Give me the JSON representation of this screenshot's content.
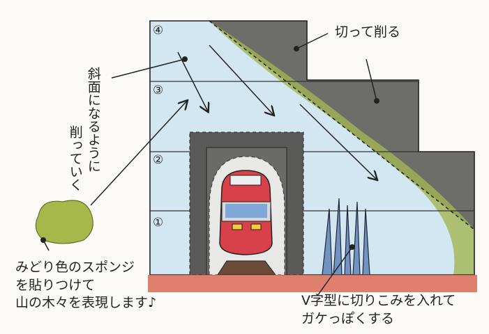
{
  "labels": {
    "cut_label": "切って削る",
    "slope_note_line1": "斜面になるように",
    "slope_note_line2": "削っていく",
    "sponge_note": [
      "みどり色のスポンジ",
      "を貼りつけて",
      "山の木々を表現します♪"
    ],
    "cliff_note": [
      "V字型に切りこみを入れて",
      "ガケっぽくする"
    ]
  },
  "layers": [
    "④",
    "③",
    "②",
    "①"
  ],
  "colors": {
    "sky": "#cfe4f2",
    "gray": "#5d5d5a",
    "green": "#9aae4c",
    "ground": "#d86a55",
    "train_red": "#d8404a"
  }
}
